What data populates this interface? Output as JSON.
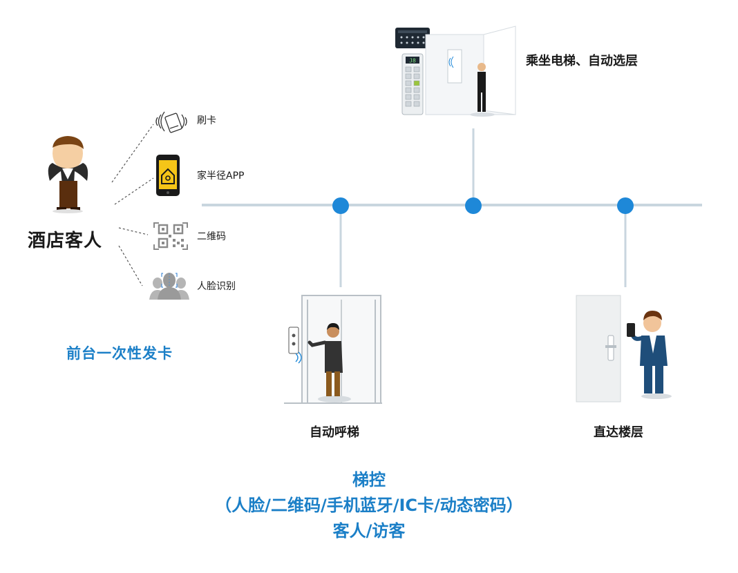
{
  "guest": {
    "title": "酒店客人"
  },
  "methods": [
    {
      "label": "刷卡",
      "icon": "card-swipe-icon"
    },
    {
      "label": "家半径APP",
      "icon": "phone-app-icon"
    },
    {
      "label": "二维码",
      "icon": "qr-code-icon"
    },
    {
      "label": "人脸识别",
      "icon": "face-recognition-icon"
    }
  ],
  "front_desk": "前台一次性发卡",
  "nodes": {
    "ride": "乘坐电梯、自动选层",
    "call": "自动呼梯",
    "direct": "直达楼层"
  },
  "summary": {
    "line1": "梯控",
    "line2": "（人脸/二维码/手机蓝牙/IC卡/动态密码）",
    "line3": "客人/访客"
  },
  "panel": {
    "display": "J8"
  },
  "colors": {
    "accent": "#1b7fc7",
    "bus": "#c9d6df",
    "node": "#1e88d8"
  }
}
